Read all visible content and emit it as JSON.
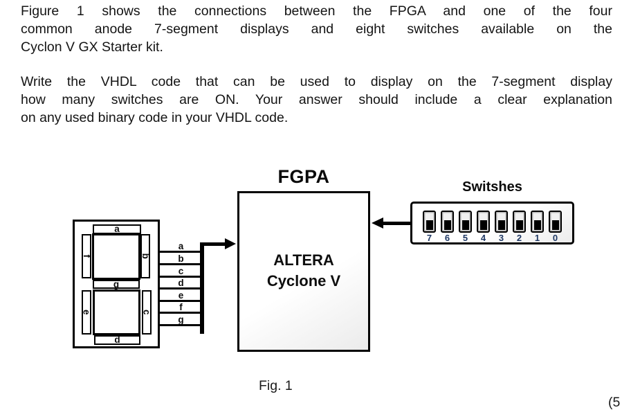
{
  "question": {
    "paragraph1_lines": [
      "Figure 1 shows the connections between the FPGA and one of the four",
      "common anode 7-segment displays and eight switches available on the",
      "Cyclon V GX Starter kit."
    ],
    "paragraph2_lines": [
      "Write the VHDL code that can be used to display on the 7-segment display",
      "how many switches are ON. Your answer should include a clear explanation",
      "on any used binary code in your VHDL code."
    ]
  },
  "diagram": {
    "fpga_title": "FGPA",
    "fpga_label_line1": "ALTERA",
    "fpga_label_line2": "Cyclone V",
    "switches_title": "Switshes",
    "switch_numbers": [
      "7",
      "6",
      "5",
      "4",
      "3",
      "2",
      "1",
      "0"
    ],
    "wire_labels": [
      "a",
      "b",
      "c",
      "d",
      "e",
      "f",
      "g"
    ],
    "segments": {
      "a": "a",
      "b": "b",
      "c": "c",
      "d": "d",
      "e": "e",
      "f": "f",
      "g": "g"
    },
    "colors": {
      "switch_number": "#1f3864",
      "border": "#000000",
      "box_fill_start": "#ffffff",
      "box_fill_end": "#ececec"
    }
  },
  "footer": {
    "caption": "Fig. 1",
    "marks": "(5"
  }
}
